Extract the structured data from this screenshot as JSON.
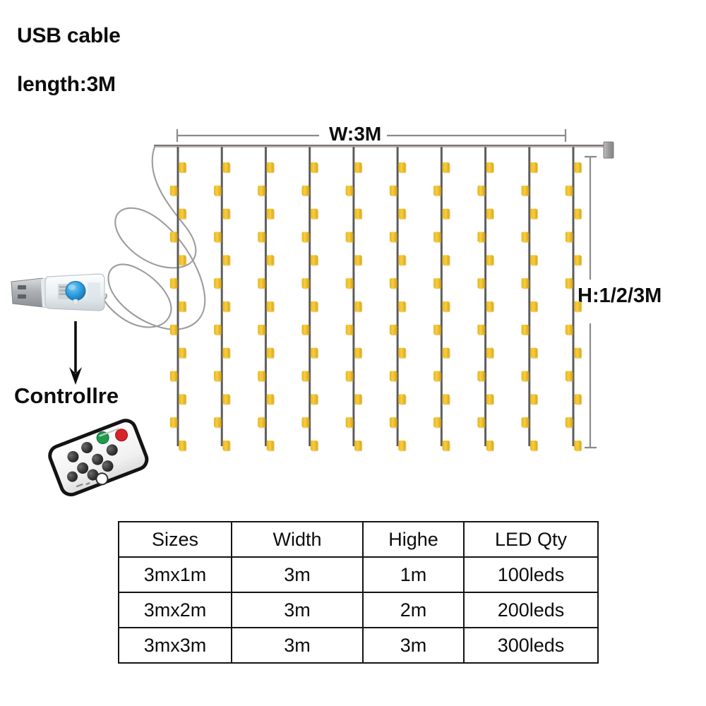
{
  "headline": {
    "line1": "USB cable",
    "line2": "length:3M"
  },
  "diagram": {
    "width_label": "W:3M",
    "height_label": "H:1/2/3M",
    "controller_label": "Controllre",
    "strand_count": 10,
    "leds_per_strand": 13,
    "icons": {
      "usb_plug": "usb-plug-icon",
      "power_button": "power-button-icon",
      "remote": "remote-control-icon",
      "arrow": "down-arrow-icon",
      "end_connector": "end-connector-icon"
    },
    "colors": {
      "led": "#F3C42E",
      "led_shade": "#D9A81C",
      "wire": "#5B5B5B",
      "cable": "#9A9A9A",
      "dimension_line": "#8A8A8A",
      "controller_body": "#EDF2F4",
      "usb_metal": "#B9BCC0",
      "power_button": "#2D9FE0",
      "remote_body": "#F4F4F4",
      "remote_outline": "#141414",
      "remote_green": "#1E9B4B",
      "remote_red": "#D8232A",
      "remote_button": "#3A3A3A",
      "text": "#0D0D0D"
    }
  },
  "table": {
    "headers": [
      "Sizes",
      "Width",
      "Highe",
      "LED Qty"
    ],
    "rows": [
      [
        "3mx1m",
        "3m",
        "1m",
        "100leds"
      ],
      [
        "3mx2m",
        "3m",
        "2m",
        "200leds"
      ],
      [
        "3mx3m",
        "3m",
        "3m",
        "300leds"
      ]
    ]
  }
}
